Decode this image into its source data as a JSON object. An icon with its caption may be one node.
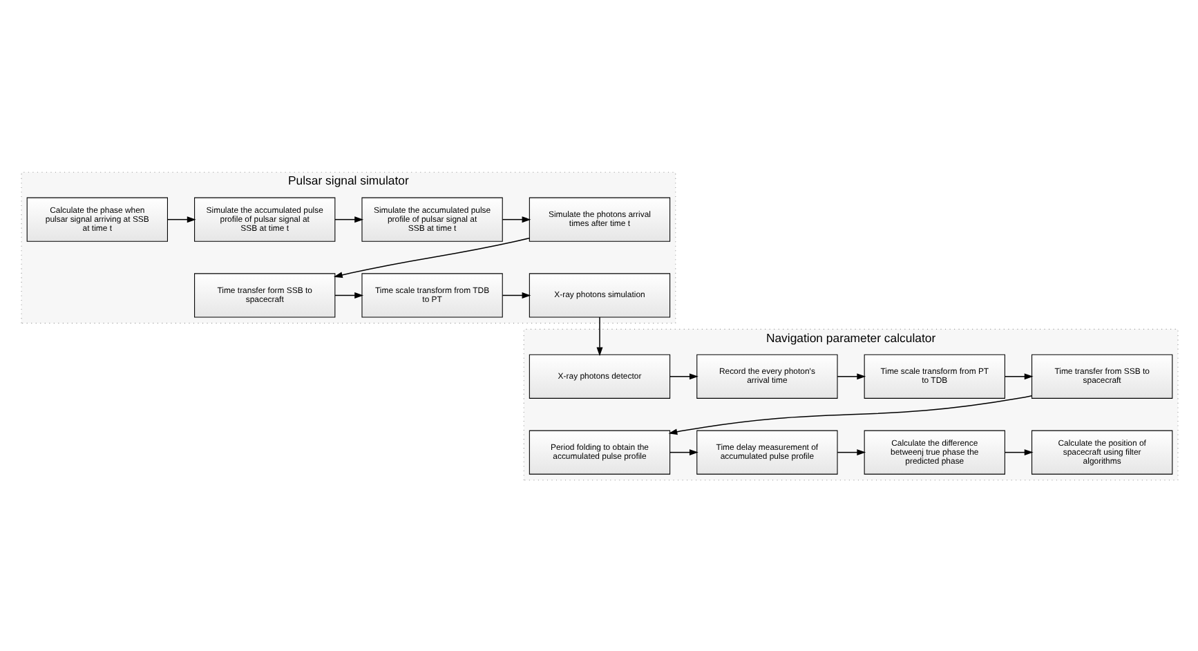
{
  "diagram": {
    "nodes": [
      {
        "text": [
          "Pulsar signal simulator"
        ]
      },
      {
        "text": [
          "Calculate the phase when pulsar signal arriving at SSB at time t"
        ],
        "in": 0
      },
      {
        "text": [
          "Simulate the accumulated pulse profile of pulsar signal at SSB at time t"
        ],
        "in": 0
      },
      {
        "text": [
          "Simulate the accumulated pulse profile of pulsar signal at SSB at time t"
        ],
        "in": 0
      },
      {
        "text": [
          "Simulate the photons arrival times after time t"
        ],
        "in": 0
      },
      {
        "text": [
          "Time transfer form SSB to spacecraft"
        ],
        "in": 0
      },
      {
        "text": [
          "Time scale transform from TDB to PT"
        ],
        "in": 0
      },
      {
        "text": [
          "X-ray photons simulation"
        ],
        "in": 0
      },
      {
        "text": [
          "Navigation parameter calculator"
        ]
      },
      {
        "text": [
          "X-ray photons detector"
        ],
        "in": 8
      },
      {
        "text": [
          "Record the every photon's arrival time"
        ],
        "in": 8
      },
      {
        "text": [
          "Time scale transform from PT to TDB"
        ],
        "in": 8
      },
      {
        "text": [
          "Time transfer from SSB to spacecraft"
        ],
        "in": 8
      },
      {
        "text": [
          "Period folding to obtain the accumulated pulse profile"
        ],
        "in": 8
      },
      {
        "text": [
          "Time delay measurement of accumulated pulse profile"
        ],
        "in": 8
      },
      {
        "text": [
          "Calculate the difference betweenj true phase the predicted phase"
        ],
        "in": 8
      },
      {
        "text": [
          "Calculate the position of spacecraft using filter algorithms"
        ],
        "in": 8
      }
    ],
    "edges": [
      {
        "from": 1,
        "to": 2,
        "arrow": "to"
      },
      {
        "from": 2,
        "to": 3,
        "arrow": "to"
      },
      {
        "from": 3,
        "to": 4,
        "arrow": "to"
      },
      {
        "from": 4,
        "to": 5,
        "arrow": "to"
      },
      {
        "from": 5,
        "to": 6,
        "arrow": "to"
      },
      {
        "from": 6,
        "to": 7,
        "arrow": "to"
      },
      {
        "from": 7,
        "to": 9,
        "arrow": "to"
      },
      {
        "from": 9,
        "to": 10,
        "arrow": "to"
      },
      {
        "from": 10,
        "to": 11,
        "arrow": "to"
      },
      {
        "from": 11,
        "to": 12,
        "arrow": "to"
      },
      {
        "from": 12,
        "to": 13,
        "arrow": "to"
      },
      {
        "from": 13,
        "to": 14,
        "arrow": "to"
      },
      {
        "from": 14,
        "to": 15,
        "arrow": "to"
      },
      {
        "from": 15,
        "to": 16,
        "arrow": "to"
      }
    ]
  }
}
